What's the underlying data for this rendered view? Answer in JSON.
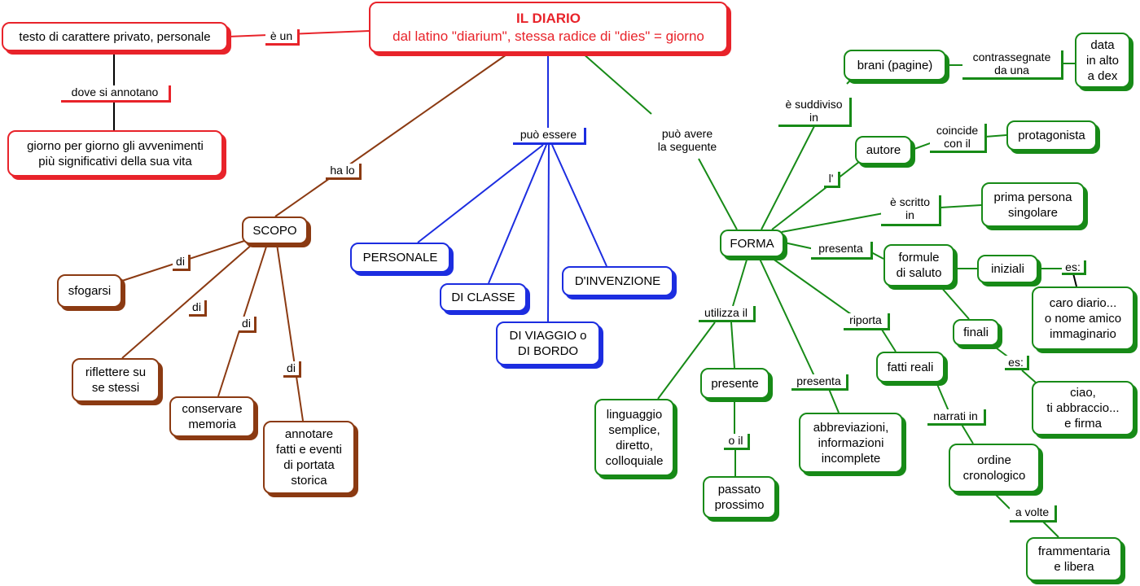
{
  "colors": {
    "red": "#e8232a",
    "brown": "#8b3a12",
    "blue": "#1c2de0",
    "green": "#178a17"
  },
  "title": {
    "line1": "IL DIARIO",
    "line2": "dal latino \"diarium\", stessa radice di \"dies\" = giorno"
  },
  "nodes": {
    "testo": "testo di carattere privato, personale",
    "giorno": "giorno per giorno gli avvenimenti\npiù significativi della sua vita",
    "scopo": "SCOPO",
    "sfogarsi": "sfogarsi",
    "riflettere": "riflettere su\nse stessi",
    "conservare": "conservare\nmemoria",
    "annotare": "annotare\nfatti e eventi\ndi portata\nstorica",
    "personale": "PERSONALE",
    "di_classe": "DI CLASSE",
    "di_viaggio": "DI VIAGGIO o\nDI BORDO",
    "d_invenzione": "D'INVENZIONE",
    "forma": "FORMA",
    "brani": "brani (pagine)",
    "data": "data\nin alto\na dex",
    "autore": "autore",
    "protagonista": "protagonista",
    "prima_persona": "prima persona\nsingolare",
    "formule": "formule\ndi saluto",
    "iniziali": "iniziali",
    "caro_diario": "caro diario...\no nome amico\nimmaginario",
    "finali": "finali",
    "ciao": "ciao,\nti abbraccio...\ne firma",
    "fatti_reali": "fatti reali",
    "ordine": "ordine\ncronologico",
    "frammentaria": "frammentaria\ne libera",
    "linguaggio": "linguaggio\nsemplice,\ndiretto,\ncolloquiale",
    "presente": "presente",
    "passato": "passato\nprossimo",
    "abbreviazioni": "abbreviazioni,\ninformazioni\nincomplete"
  },
  "labels": {
    "e_un": "è un",
    "dove_si_annotano": "dove si annotano",
    "ha_lo": "ha lo",
    "di_1": "di",
    "di_2": "di",
    "di_3": "di",
    "di_4": "di",
    "puo_essere": "può essere",
    "puo_avere": "può avere\nla seguente",
    "suddiviso": "è suddiviso\nin",
    "contrassegnate": "contrassegnate\nda una",
    "l_apos": "l'",
    "coincide": "coincide\ncon il",
    "scritto": "è scritto\nin",
    "presenta_1": "presenta",
    "es_1": "es:",
    "es_2": "es:",
    "riporta": "riporta",
    "narrati_in": "narrati in",
    "a_volte": "a volte",
    "utilizza": "utilizza il",
    "o_il": "o il",
    "presenta_2": "presenta"
  }
}
